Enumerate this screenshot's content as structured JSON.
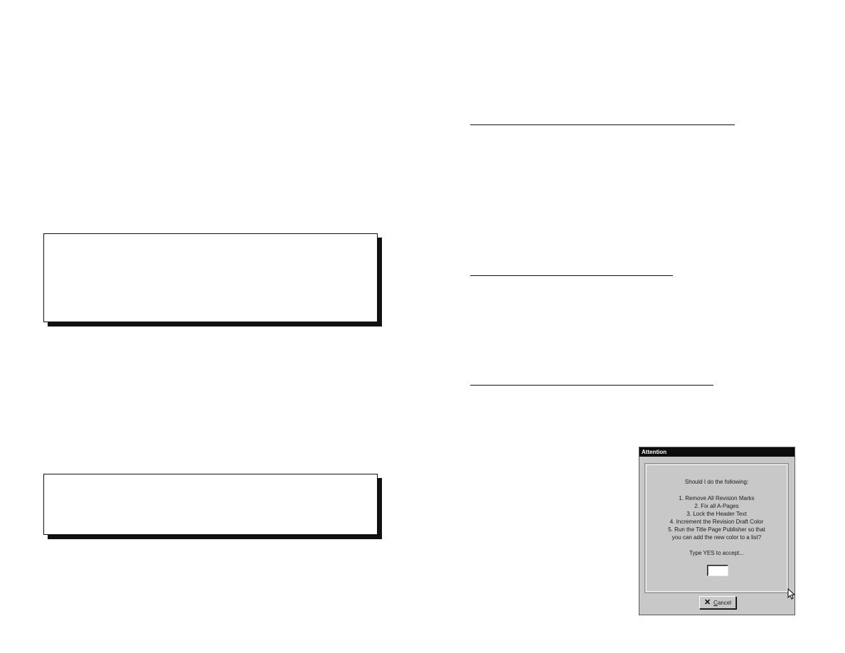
{
  "dialog": {
    "title": "Attention",
    "question": "Should I do the following:",
    "steps": [
      "1. Remove All Revision Marks",
      "2. Fix all A-Pages",
      "3. Lock the Header Text",
      "4. Increment the Revision Draft Color",
      "5. Run the Title Page Publisher so that",
      "you can add the new color to a list?"
    ],
    "instruction": "Type YES to accept...",
    "answer_value": "",
    "cancel": {
      "icon": "x-icon",
      "accel": "C",
      "rest": "ancel"
    }
  },
  "icons": {
    "cursor": "mouse-pointer-icon",
    "cancel": "x-icon"
  },
  "colors": {
    "dialog_face": "#c8c8c8",
    "titlebar": "#0c0c0c",
    "shadow": "#111111"
  }
}
